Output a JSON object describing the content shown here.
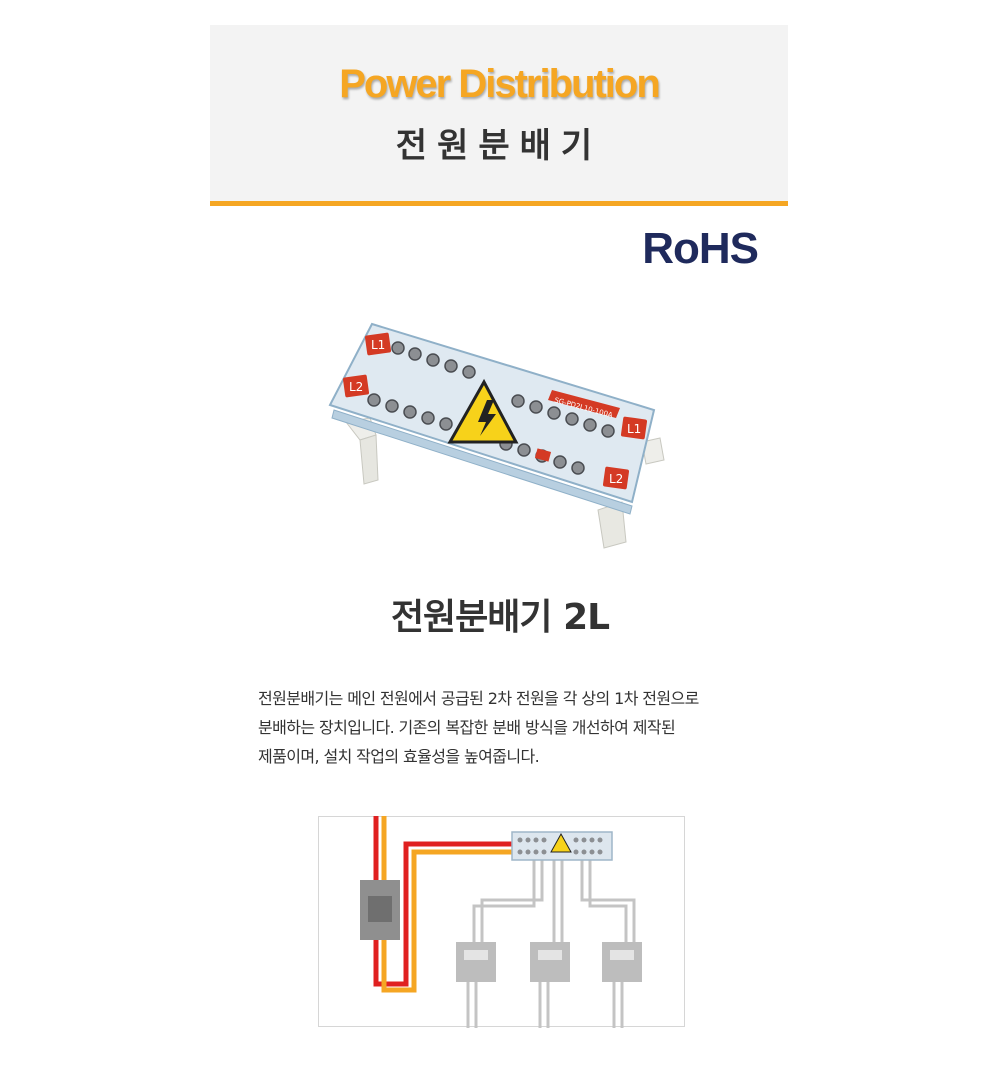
{
  "header": {
    "title_en": "Power Distribution",
    "title_ko": "전원분배기"
  },
  "badge": {
    "rohs": "RoHS"
  },
  "product": {
    "label_l1": "L1",
    "label_l2": "L2",
    "model": "SG-PD2L10-100A",
    "title": "전원분배기 2L"
  },
  "description": {
    "lines": [
      "전원분배기는 메인 전원에서 공급된 2차 전원을 각 상의 1차 전원으로",
      "분배하는 장치입니다. 기존의 복잡한 분배 방식을 개선하여 제작된",
      "제품이며, 설치 작업의 효율성을 높여줍니다."
    ]
  },
  "colors": {
    "accent": "#f5a623",
    "rohs": "#1f2a5c",
    "text": "#333333",
    "header_bg": "#f3f3f3",
    "wire_red": "#e02020",
    "wire_orange": "#f5a623",
    "wire_gray": "#bdbdbd"
  }
}
